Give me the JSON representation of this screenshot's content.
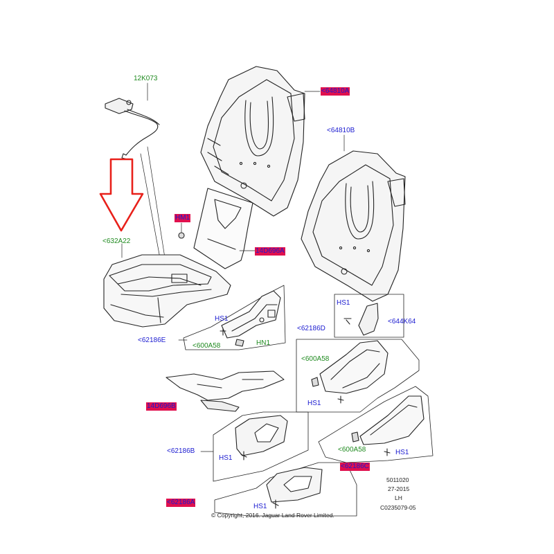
{
  "labels": {
    "12K073": "12K073",
    "64810A": "<64810A",
    "64810B": "<64810B",
    "632A22": "<632A22",
    "HM1": "HM1",
    "14D696A": "14D696A",
    "HS1_a": "HS1",
    "62186E": "<62186E",
    "600A58_a": "<600A58",
    "HN1": "HN1",
    "HS1_b": "HS1",
    "644K64": "<644K64",
    "62186D": "<62186D",
    "600A58_b": "<600A58",
    "HS1_c": "HS1",
    "14D696B": "14D696B",
    "62186B": "<62186B",
    "HS1_d": "HS1",
    "600A58_c": "<600A58",
    "HS1_e": "HS1",
    "62186C": "<62186C",
    "62186A": "<62186A",
    "HS1_f": "HS1"
  },
  "footer": {
    "ref1": "5011020",
    "ref2": "27-2015",
    "side": "LH",
    "code": "C0235079-05",
    "copyright": "© Copyright, 2016. Jaguar Land Rover Limited."
  },
  "colors": {
    "highlight": "#e0104e",
    "green": "#1f8a1f",
    "blue": "#1a1ad0",
    "arrow": "#e8201a"
  }
}
